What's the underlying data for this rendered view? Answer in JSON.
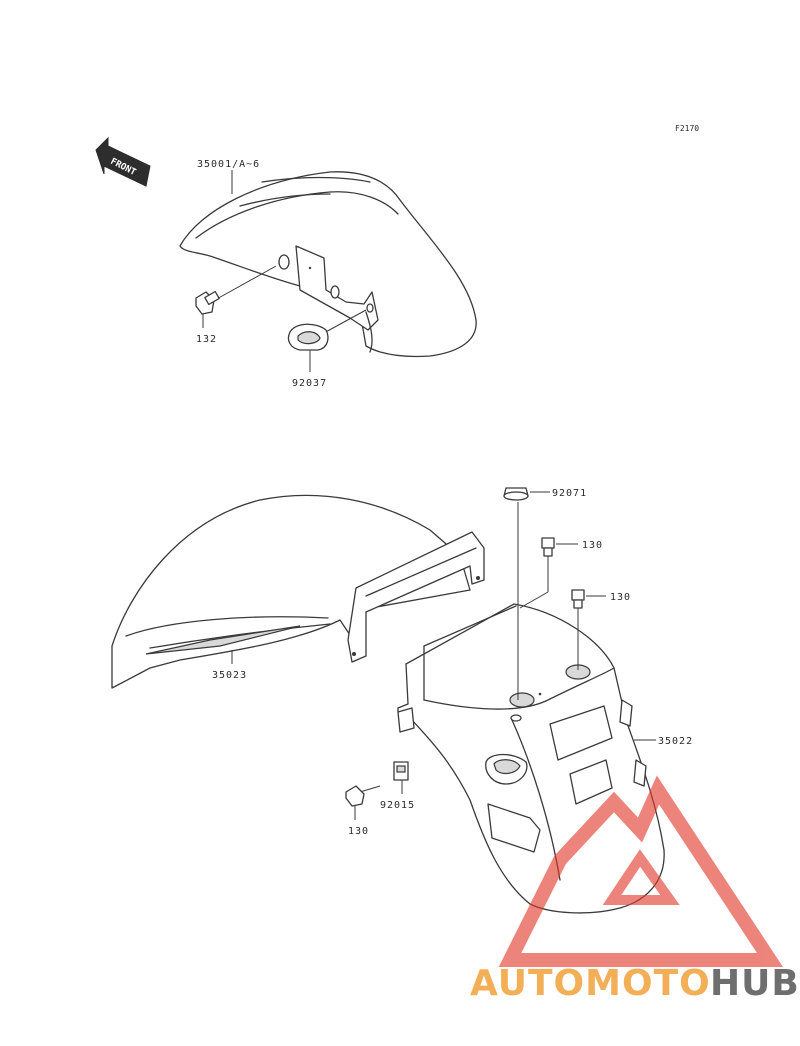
{
  "figure_ref": "F2170",
  "front_arrow": {
    "label": "FRONT"
  },
  "parts": {
    "front_fender": "35001/A~6",
    "front_bolt": "132",
    "front_clamp": "92037",
    "rear_fender_front": "35023",
    "rear_fender_rear": "35022",
    "grommet": "92071",
    "bolt_a": "130",
    "bolt_b": "130",
    "bolt_c": "130",
    "nut": "92015"
  },
  "watermark": {
    "brand_part1": "AUTOMOTO",
    "brand_part2": "HUB",
    "colors": {
      "triangle": "#e23a2c",
      "part1": "#f2a23a",
      "part2": "#555555"
    }
  }
}
